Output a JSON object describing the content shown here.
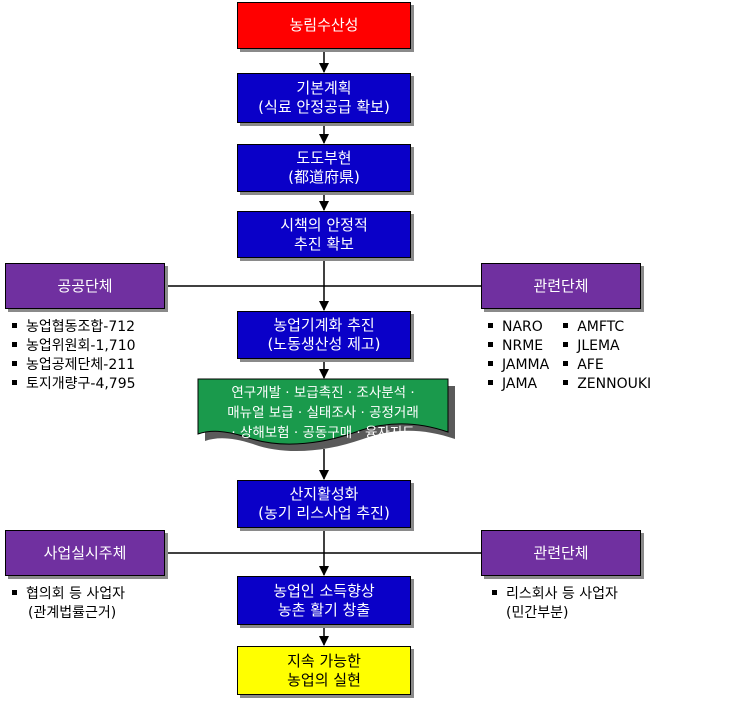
{
  "colors": {
    "top": "#ff0000",
    "step": "#0a00c8",
    "goal": "#ffff00",
    "side": "#7030a0",
    "activities": "#1a9a4c"
  },
  "top_box": {
    "line1": "농림수산성"
  },
  "basic_plan": {
    "line1": "기본계획",
    "line2": "(식료 안정공급 확보)"
  },
  "prefecture": {
    "line1": "도도부현",
    "line2": "(都道府県)"
  },
  "stable_policy": {
    "line1": "시책의 안정적",
    "line2": "추진 확보"
  },
  "mechanization": {
    "line1": "농업기계화 추진",
    "line2": "(노동생산성 제고)"
  },
  "activities": {
    "line1": "연구개발 · 보급촉진 · 조사분석 ·",
    "line2": "매뉴얼 보급 · 실태조사 · 공정거래",
    "line3": "· 상해보험 · 공동구매 · 융자지도"
  },
  "production": {
    "line1": "산지활성화",
    "line2": "(농기 리스사업 추진)"
  },
  "income": {
    "line1": "농업인 소득향상",
    "line2": "농촌 활기 창출"
  },
  "goal": {
    "line1": "지속 가능한",
    "line2": "농업의 실현"
  },
  "public_org": {
    "title": "공공단체",
    "items": [
      "농업협동조합-712",
      "농업위원회-1,710",
      "농업공제단체-211",
      "토지개량구-4,795"
    ]
  },
  "related_org_1": {
    "title": "관련단체",
    "col1": [
      "NARO",
      "NRME",
      "JAMMA",
      "JAMA"
    ],
    "col2": [
      "AMFTC",
      "JLEMA",
      "AFE",
      "ZENNOUKI"
    ]
  },
  "operator": {
    "title": "사업실시주체",
    "items": [
      "협의회 등 사업자"
    ],
    "note": "(관계법률근거)"
  },
  "related_org_2": {
    "title": "관련단체",
    "items": [
      "리스회사 등 사업자"
    ],
    "note": "(민간부분)"
  }
}
